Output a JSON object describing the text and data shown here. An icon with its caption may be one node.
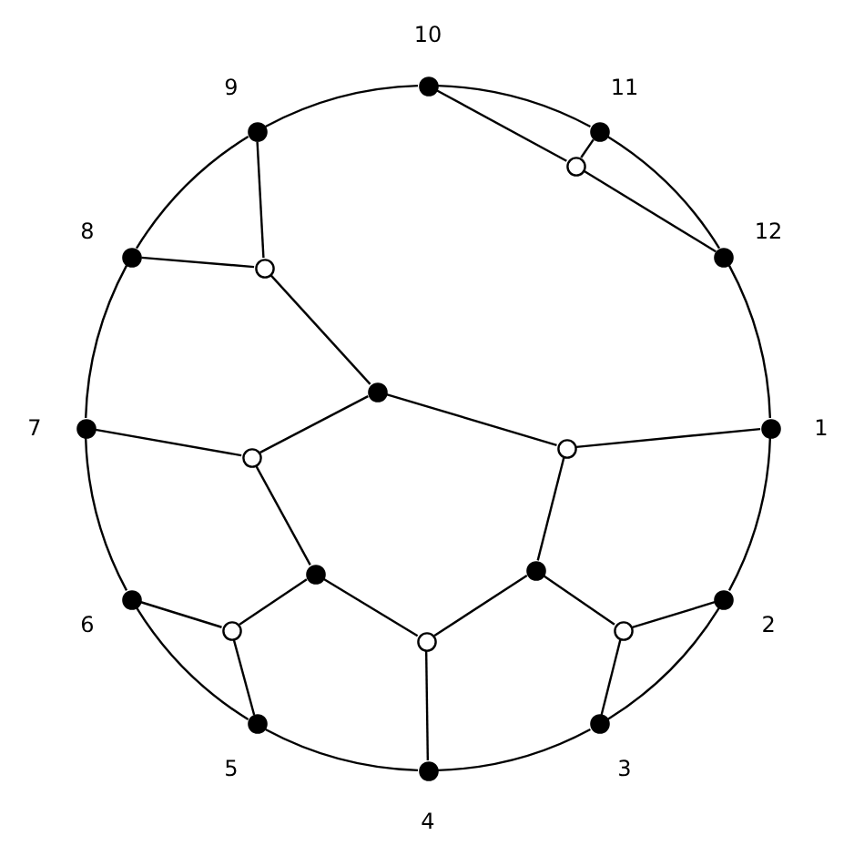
{
  "diagram": {
    "nodes": [
      {
        "text": [],
        "shape": "circle",
        "beside": [
          "1"
        ]
      },
      {
        "text": [],
        "shape": "circle",
        "beside": [
          "2"
        ]
      },
      {
        "text": [],
        "shape": "circle",
        "beside": [
          "3"
        ]
      },
      {
        "text": [],
        "shape": "circle",
        "beside": [
          "4"
        ]
      },
      {
        "text": [],
        "shape": "circle",
        "beside": [
          "5"
        ]
      },
      {
        "text": [],
        "shape": "circle",
        "beside": [
          "6"
        ]
      },
      {
        "text": [],
        "shape": "circle",
        "beside": [
          "7"
        ]
      },
      {
        "text": [],
        "shape": "circle",
        "beside": [
          "8"
        ]
      },
      {
        "text": [],
        "shape": "circle",
        "beside": [
          "9"
        ]
      },
      {
        "text": [],
        "shape": "circle",
        "beside": [
          "10"
        ]
      },
      {
        "text": [],
        "shape": "circle",
        "beside": [
          "11"
        ]
      },
      {
        "text": [],
        "shape": "circle",
        "beside": [
          "12"
        ]
      },
      {
        "text": [],
        "shape": "circle"
      },
      {
        "text": [],
        "shape": "circle"
      },
      {
        "text": [],
        "shape": "circle"
      },
      {
        "text": [],
        "shape": "circle"
      },
      {
        "text": [],
        "shape": "circle"
      },
      {
        "text": [],
        "shape": "circle"
      },
      {
        "text": [],
        "shape": "circle"
      },
      {
        "text": [],
        "shape": "circle"
      },
      {
        "text": [],
        "shape": "circle"
      },
      {
        "text": [],
        "shape": "circle"
      }
    ],
    "edges": [
      {
        "from": 0,
        "to": 1,
        "arrow": "none"
      },
      {
        "from": 1,
        "to": 2,
        "arrow": "none"
      },
      {
        "from": 2,
        "to": 3,
        "arrow": "none"
      },
      {
        "from": 3,
        "to": 4,
        "arrow": "none"
      },
      {
        "from": 4,
        "to": 5,
        "arrow": "none"
      },
      {
        "from": 5,
        "to": 6,
        "arrow": "none"
      },
      {
        "from": 6,
        "to": 7,
        "arrow": "none"
      },
      {
        "from": 7,
        "to": 8,
        "arrow": "none"
      },
      {
        "from": 8,
        "to": 9,
        "arrow": "none"
      },
      {
        "from": 9,
        "to": 10,
        "arrow": "none"
      },
      {
        "from": 10,
        "to": 11,
        "arrow": "none"
      },
      {
        "from": 11,
        "to": 0,
        "arrow": "none"
      },
      {
        "from": 9,
        "to": 12,
        "arrow": "none"
      },
      {
        "from": 10,
        "to": 12,
        "arrow": "none"
      },
      {
        "from": 11,
        "to": 12,
        "arrow": "none"
      },
      {
        "from": 8,
        "to": 13,
        "arrow": "none"
      },
      {
        "from": 7,
        "to": 13,
        "arrow": "none"
      },
      {
        "from": 13,
        "to": 14,
        "arrow": "none"
      },
      {
        "from": 14,
        "to": 15,
        "arrow": "none"
      },
      {
        "from": 14,
        "to": 16,
        "arrow": "none"
      },
      {
        "from": 6,
        "to": 15,
        "arrow": "none"
      },
      {
        "from": 15,
        "to": 17,
        "arrow": "none"
      },
      {
        "from": 0,
        "to": 16,
        "arrow": "none"
      },
      {
        "from": 16,
        "to": 18,
        "arrow": "none"
      },
      {
        "from": 17,
        "to": 19,
        "arrow": "none"
      },
      {
        "from": 17,
        "to": 20,
        "arrow": "none"
      },
      {
        "from": 18,
        "to": 20,
        "arrow": "none"
      },
      {
        "from": 18,
        "to": 21,
        "arrow": "none"
      },
      {
        "from": 5,
        "to": 19,
        "arrow": "none"
      },
      {
        "from": 4,
        "to": 19,
        "arrow": "none"
      },
      {
        "from": 3,
        "to": 20,
        "arrow": "none"
      },
      {
        "from": 2,
        "to": 21,
        "arrow": "none"
      },
      {
        "from": 1,
        "to": 21,
        "arrow": "none"
      }
    ]
  }
}
